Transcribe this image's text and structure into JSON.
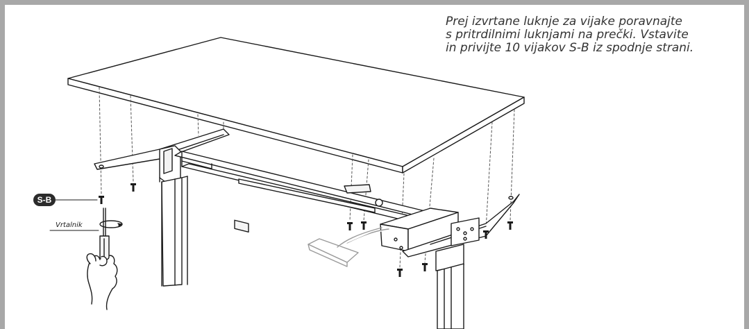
{
  "instruction": {
    "lines": [
      "Prej izvrtane luknje za vijake poravnajte",
      "s pritrdilnimi luknjami na prečki. Vstavite",
      "in privijte 10 vijakov S-B iz spodnje strani."
    ]
  },
  "callouts": {
    "screw_badge": "S-B",
    "tool_label": "Vrtalnik"
  },
  "colors": {
    "frame": "#a8a8a8",
    "line": "#1a1a1a",
    "badge": "#2b2b2b"
  }
}
